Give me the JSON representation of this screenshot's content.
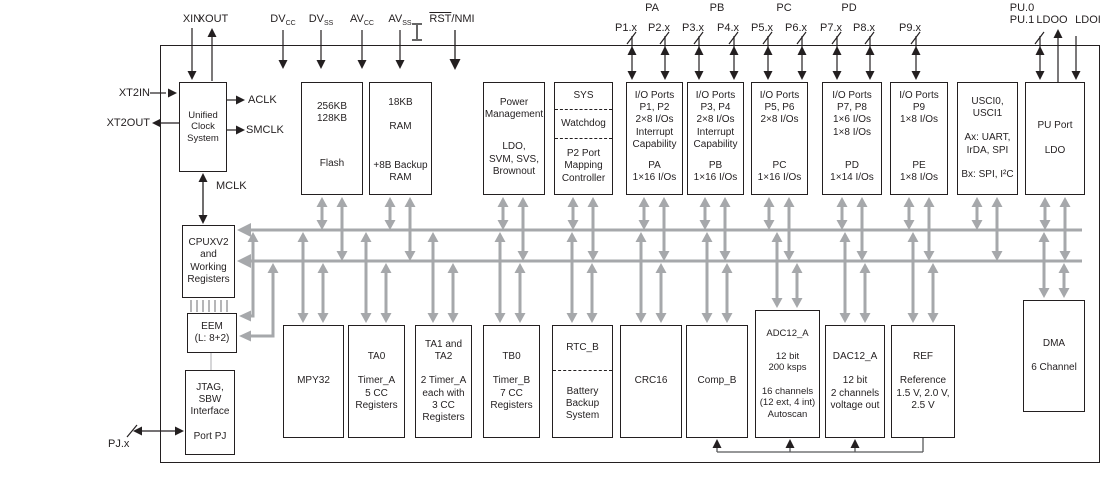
{
  "colors": {
    "bus": "#a6a8ab",
    "line": "#231f20"
  },
  "diagram": {
    "top_pins": {
      "xin": "XIN",
      "xout": "XOUT",
      "dvcc": {
        "base": "DV",
        "sub": "CC"
      },
      "dvss": {
        "base": "DV",
        "sub": "SS"
      },
      "avcc": {
        "base": "AV",
        "sub": "CC"
      },
      "avss": {
        "base": "AV",
        "sub": "SS"
      },
      "rst": {
        "overlined": "RST",
        "rest": "/NMI"
      },
      "port_groups": [
        "PA",
        "PB",
        "PC",
        "PD"
      ],
      "port_pins": [
        "P1.x",
        "P2.x",
        "P3.x",
        "P4.x",
        "P5.x",
        "P6.x",
        "P7.x",
        "P8.x",
        "P9.x"
      ],
      "pu0": "PU.0",
      "pu1": "PU.1",
      "ldoo": "LDOO",
      "ldoi": "LDOI"
    },
    "left_pins": {
      "xt2in": "XT2IN",
      "xt2out": "XT2OUT",
      "pjx": "PJ.x"
    },
    "clocks": {
      "aclk": "ACLK",
      "smclk": "SMCLK",
      "mclk": "MCLK"
    },
    "blocks": {
      "ucs": "Unified\nClock\nSystem",
      "flash": {
        "size": "256KB\n128KB",
        "name": "Flash"
      },
      "ram": {
        "size": "18KB\n\nRAM",
        "backup": "+8B Backup\nRAM"
      },
      "pm": {
        "name": "Power\nManagement",
        "detail": "LDO,\nSVM, SVS,\nBrownout"
      },
      "sys": {
        "s1": "SYS",
        "s2": "Watchdog",
        "s3": "P2 Port\nMapping\nController"
      },
      "io_pa": {
        "top": "I/O Ports\nP1, P2\n2×8 I/Os\nInterrupt\nCapability",
        "bottom": "PA\n1×16 I/Os"
      },
      "io_pb": {
        "top": "I/O Ports\nP3, P4\n2×8 I/Os\nInterrupt\nCapability",
        "bottom": "PB\n1×16 I/Os"
      },
      "io_pc": {
        "top": "I/O Ports\nP5, P6\n2×8 I/Os",
        "bottom": "PC\n1×16 I/Os"
      },
      "io_pd": {
        "top": "I/O Ports\nP7, P8\n1×6 I/Os\n1×8 I/Os",
        "bottom": "PD\n1×14 I/Os"
      },
      "io_pe": {
        "top": "I/O Ports\nP9\n1×8 I/Os",
        "bottom": "PE\n1×8 I/Os"
      },
      "usci": "USCI0,\nUSCI1\n\nAx: UART,\nIrDA, SPI\n\nBx: SPI, I²C",
      "pu_port": "PU Port\n\nLDO",
      "cpu": "CPUXV2\nand\nWorking\nRegisters",
      "eem": "EEM\n(L: 8+2)",
      "jtag": "JTAG,\nSBW\nInterface\n\nPort PJ",
      "mpy32": "MPY32",
      "ta0": "TA0\n\nTimer_A\n5 CC\nRegisters",
      "ta12": "TA1 and\nTA2\n\n2 Timer_A\neach with\n3 CC\nRegisters",
      "tb0": "TB0\n\nTimer_B\n7 CC\nRegisters",
      "rtc": {
        "s1": "RTC_B",
        "s2": "Battery\nBackup\nSystem"
      },
      "crc": "CRC16",
      "comp": "Comp_B",
      "adc": "ADC12_A\n\n12 bit\n200 ksps\n\n16 channels\n(12 ext, 4 int)\nAutoscan",
      "dac": "DAC12_A\n\n12 bit\n2 channels\nvoltage out",
      "ref": "REF\n\nReference\n1.5 V, 2.0 V,\n2.5 V",
      "dma": "DMA\n\n6 Channel"
    }
  }
}
